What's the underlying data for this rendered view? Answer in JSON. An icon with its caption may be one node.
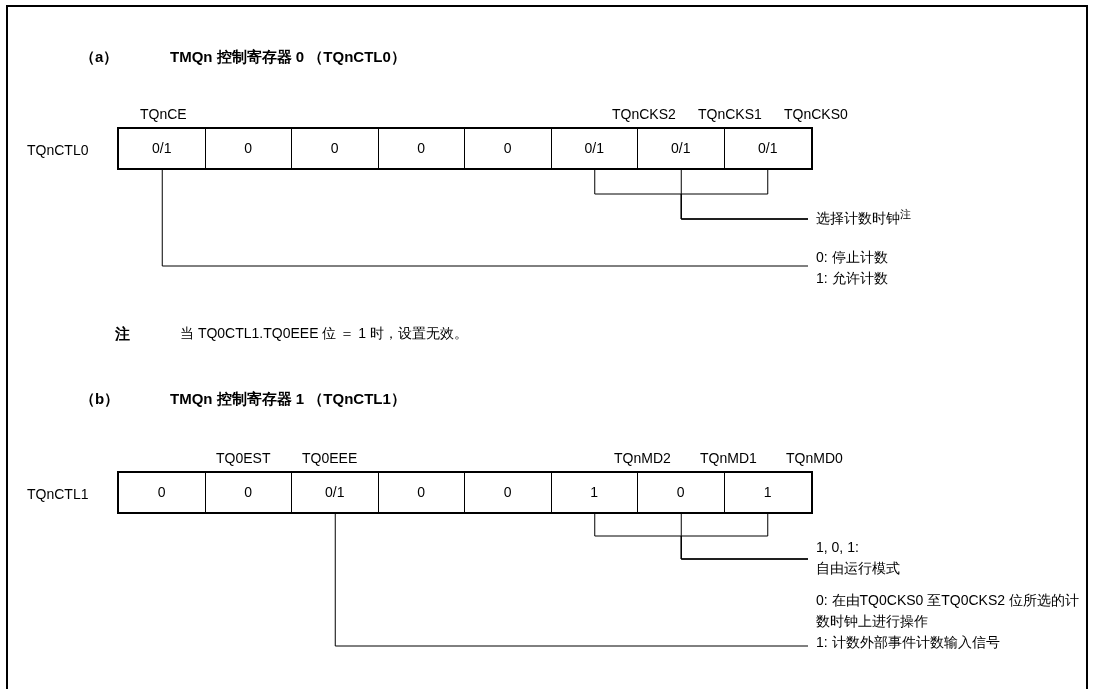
{
  "diagram": {
    "nodes": [
      {
        "text": [
          "0/1"
        ]
      },
      {
        "text": [
          "0"
        ]
      },
      {
        "text": [
          "0"
        ]
      },
      {
        "text": [
          "0"
        ]
      },
      {
        "text": [
          "0"
        ]
      },
      {
        "text": [
          "0/1"
        ]
      },
      {
        "text": [
          "0/1"
        ]
      },
      {
        "text": [
          "0/1"
        ]
      },
      {
        "text": [
          "选择计数时钟$^{注}$"
        ]
      },
      {
        "text": [
          "0: 停止计数",
          "1: 允许计数"
        ]
      },
      {
        "text": [
          "0"
        ]
      },
      {
        "text": [
          "0"
        ]
      },
      {
        "text": [
          "0/1"
        ]
      },
      {
        "text": [
          "0"
        ]
      },
      {
        "text": [
          "0"
        ]
      },
      {
        "text": [
          "1"
        ]
      },
      {
        "text": [
          "0"
        ]
      },
      {
        "text": [
          "1"
        ]
      },
      {
        "text": [
          "1, 0, 1:",
          "自由运行模式"
        ]
      },
      {
        "text": [
          "0: 在由TQ0CKS0 至TQ0CKS2 位所选的计数时钟上进行操作",
          "1: 计数外部事件计数输入信号"
        ]
      }
    ],
    "edges": [
      {
        "from": 5,
        "to": 8,
        "arrow": "none"
      },
      {
        "from": 6,
        "to": 8,
        "arrow": "none"
      },
      {
        "from": 7,
        "to": 8,
        "arrow": "none"
      },
      {
        "from": 0,
        "to": 9,
        "arrow": "none"
      },
      {
        "from": 15,
        "to": 18,
        "arrow": "none"
      },
      {
        "from": 16,
        "to": 18,
        "arrow": "none"
      },
      {
        "from": 17,
        "to": 18,
        "arrow": "none"
      },
      {
        "from": 12,
        "to": 19,
        "arrow": "none"
      }
    ],
    "labels": [
      "（a）",
      "TMQn 控制寄存器 0 （TQnCTL0）",
      "TQnCE",
      "TQnCKS2",
      "TQnCKS1",
      "TQnCKS0",
      "TQnCTL0",
      "注",
      "当 TQ0CTL1.TQ0EEE 位 ＝ 1 时，设置无效。",
      "（b）",
      "TMQn 控制寄存器 1 （TQnCTL1）",
      "TQ0EST",
      "TQ0EEE",
      "TQnMD2",
      "TQnMD1",
      "TQnMD0",
      "TQnCTL1"
    ]
  }
}
